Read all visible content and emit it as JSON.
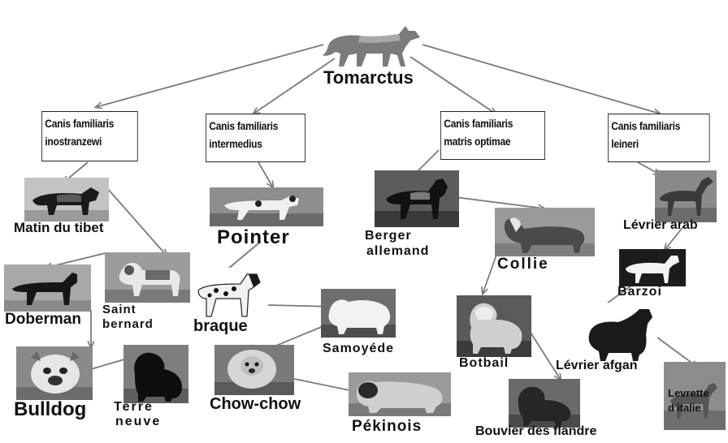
{
  "root": {
    "label": "Tomarctus",
    "icon": "wolf-photo"
  },
  "ancestors": [
    {
      "line1": "Canis familiaris",
      "line2": "inostranzewi"
    },
    {
      "line1": "Canis familiaris",
      "line2": "intermedius"
    },
    {
      "line1": "Canis familiaris",
      "line2": "matris optimae"
    },
    {
      "line1": "Canis familiaris",
      "line2": "leineri"
    }
  ],
  "breeds": {
    "matin_du_tibet": "Matin du tibet",
    "pointer": "Pointer",
    "berger_allemand_1": "Berger",
    "berger_allemand_2": "allemand",
    "levrier_arab": "Lévrier arab",
    "doberman": "Doberman",
    "saint_bernard_1": "Saint",
    "saint_bernard_2": "bernard",
    "braque": "braque",
    "collie": "Collie",
    "barzoi": "Barzoi",
    "samoyede": "Samoyéde",
    "botbail": "Botbail",
    "levrier_afgan": "Lévrier afgan",
    "bulldog": "Bulldog",
    "terre_neuve_1": "Terre",
    "terre_neuve_2": "neuve",
    "chow_chow": "Chow-chow",
    "pekinois": "Pékinois",
    "bouvier": "Bouvier des flandre",
    "levrette_1": "Levrette",
    "levrette_2": "d'italie"
  },
  "colors": {
    "arrow": "#7a7a7a",
    "text": "#111111",
    "box_border": "#222222"
  }
}
